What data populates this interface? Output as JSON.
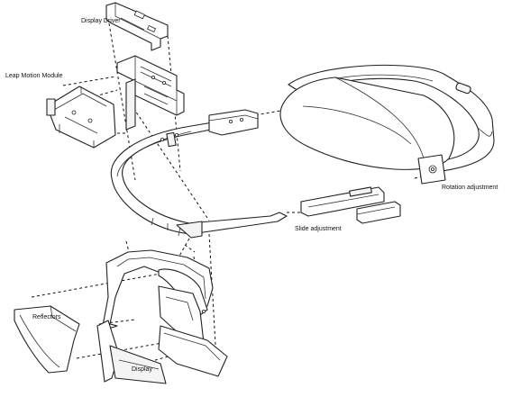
{
  "labels": {
    "display_driver": "Display Driver",
    "leap_motion_module": "Leap Motion Module",
    "rotation_adjustment": "Rotation adjustment",
    "slide_adjustment": "Slide adjustment",
    "reflectors": "Reflectors",
    "display": "Display"
  }
}
